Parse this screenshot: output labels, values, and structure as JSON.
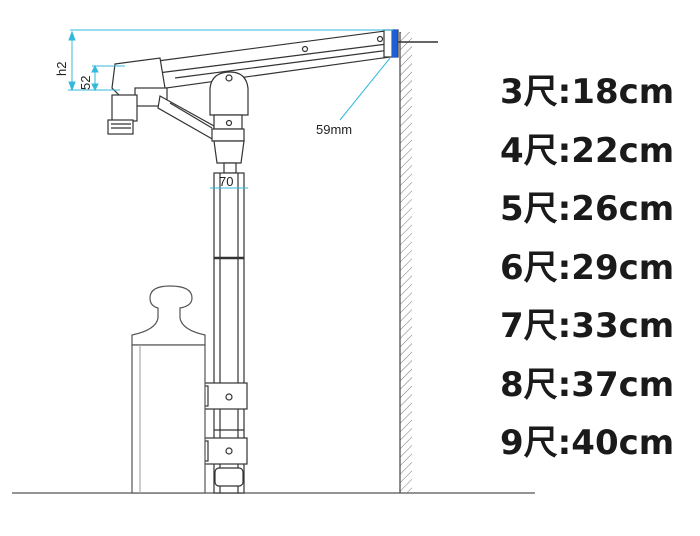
{
  "diagram": {
    "labels": {
      "h2": "h2",
      "d52": "52",
      "d59mm": "59mm",
      "d70": "70"
    },
    "colors": {
      "accent": "#1e5fd8",
      "dim_line": "#35b8dc",
      "line": "#333333"
    }
  },
  "specs": [
    {
      "size": "3尺",
      "sep": ":",
      "value": "18cm"
    },
    {
      "size": "4尺",
      "sep": ":",
      "value": "22cm"
    },
    {
      "size": "5尺",
      "sep": ":",
      "value": "26cm"
    },
    {
      "size": "6尺",
      "sep": ":",
      "value": "29cm"
    },
    {
      "size": "7尺",
      "sep": ":",
      "value": "33cm"
    },
    {
      "size": "8尺",
      "sep": ":",
      "value": "37cm"
    },
    {
      "size": "9尺",
      "sep": ":",
      "value": "40cm"
    }
  ]
}
